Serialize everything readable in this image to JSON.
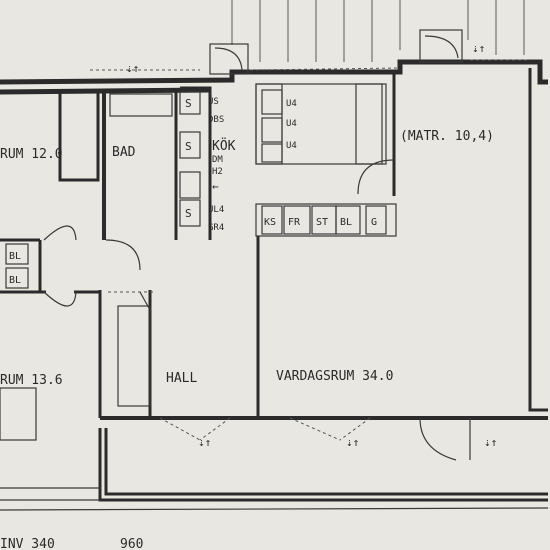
{
  "rooms": {
    "bedroom_top": "RUM 12.0",
    "bathroom": "BAD",
    "kitchen": "KÖK",
    "dining_note": "(MATR. 10,4)",
    "hall": "HALL",
    "living_room": "VARDAGSRUM 34.0",
    "bedroom_bottom": "RUM 13.6"
  },
  "fixtures": {
    "us": "US",
    "dbs": "DBS",
    "dm": "DM",
    "h2": "H2",
    "ul4": "UL4",
    "gr4": "GR4",
    "s": "S",
    "u4": "U4",
    "ks": "KS",
    "fr": "FR",
    "st": "ST",
    "bl": "BL",
    "g": "G",
    "arrow_left": "←"
  },
  "bottom_text": {
    "left": "INV 340",
    "mid": "960"
  }
}
